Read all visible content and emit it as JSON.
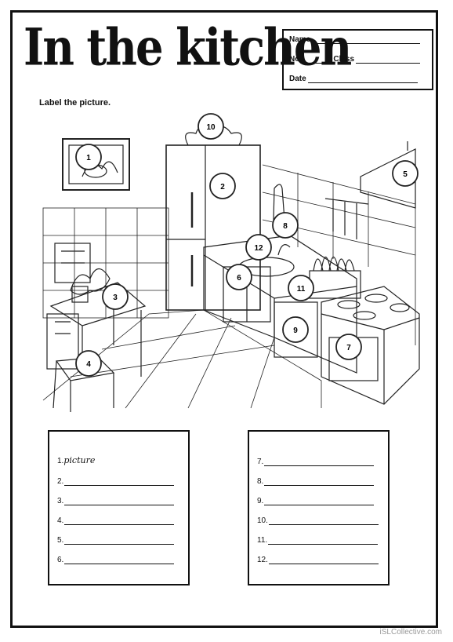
{
  "title": "In the kitchen",
  "info": {
    "name_label": "Name",
    "no_label": "No",
    "class_label": "Class",
    "date_label": "Date"
  },
  "instruction": "Label the picture.",
  "labels": [
    "1",
    "2",
    "3",
    "4",
    "5",
    "6",
    "7",
    "8",
    "9",
    "10",
    "11",
    "12"
  ],
  "answers_left": [
    {
      "num": "1.",
      "answer": "picture"
    },
    {
      "num": "2.",
      "answer": ""
    },
    {
      "num": "3.",
      "answer": ""
    },
    {
      "num": "4.",
      "answer": ""
    },
    {
      "num": "5.",
      "answer": ""
    },
    {
      "num": "6.",
      "answer": ""
    }
  ],
  "answers_right": [
    {
      "num": "7.",
      "answer": ""
    },
    {
      "num": "8.",
      "answer": ""
    },
    {
      "num": "9.",
      "answer": ""
    },
    {
      "num": "10.",
      "answer": ""
    },
    {
      "num": "11.",
      "answer": ""
    },
    {
      "num": "12.",
      "answer": ""
    }
  ],
  "footer": "iSLCollective.com"
}
